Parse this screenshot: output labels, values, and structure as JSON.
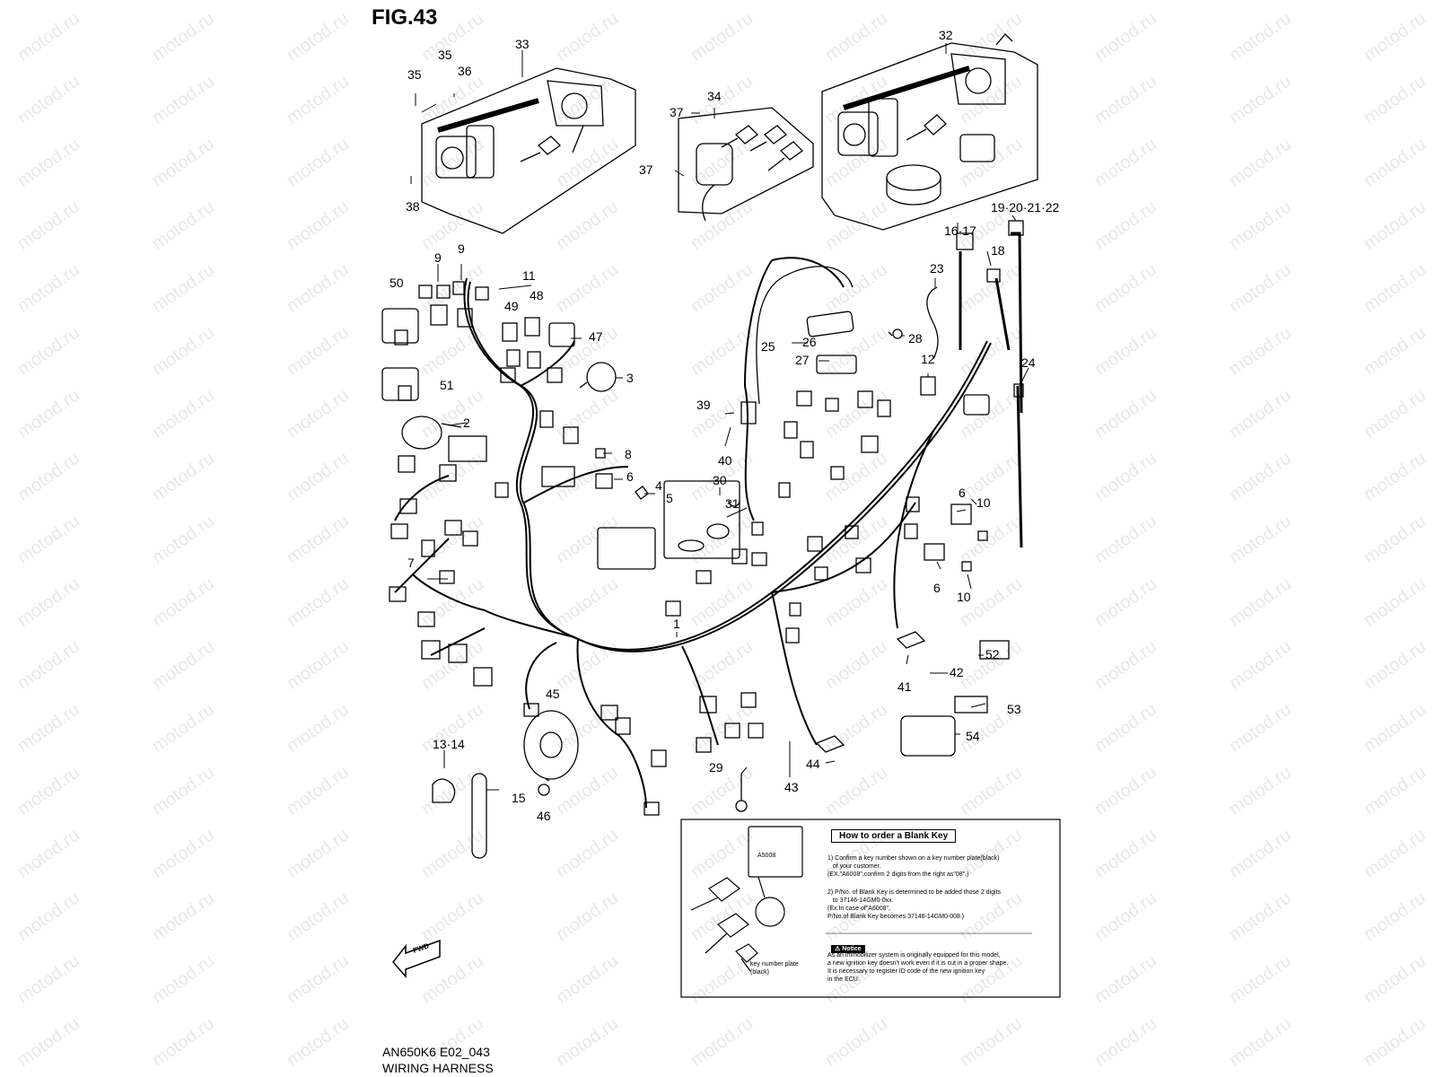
{
  "figure": {
    "title": "FIG.43",
    "model_code": "AN650K6 E02_043",
    "caption": "WIRING HARNESS",
    "watermark": "motod.ru",
    "fwd_label": "FWD"
  },
  "callouts": [
    {
      "id": "c1",
      "text": "1"
    },
    {
      "id": "c2",
      "text": "2"
    },
    {
      "id": "c3",
      "text": "3"
    },
    {
      "id": "c4",
      "text": "4"
    },
    {
      "id": "c5",
      "text": "5"
    },
    {
      "id": "c6a",
      "text": "6"
    },
    {
      "id": "c6b",
      "text": "6"
    },
    {
      "id": "c6c",
      "text": "6"
    },
    {
      "id": "c7",
      "text": "7"
    },
    {
      "id": "c8",
      "text": "8"
    },
    {
      "id": "c9a",
      "text": "9"
    },
    {
      "id": "c9b",
      "text": "9"
    },
    {
      "id": "c10a",
      "text": "10"
    },
    {
      "id": "c10b",
      "text": "10"
    },
    {
      "id": "c11",
      "text": "11"
    },
    {
      "id": "c12",
      "text": "12"
    },
    {
      "id": "c13",
      "text": "13·14"
    },
    {
      "id": "c15",
      "text": "15"
    },
    {
      "id": "c16",
      "text": "16·17"
    },
    {
      "id": "c18",
      "text": "18"
    },
    {
      "id": "c19",
      "text": "19·20·21·22"
    },
    {
      "id": "c23",
      "text": "23"
    },
    {
      "id": "c24",
      "text": "24"
    },
    {
      "id": "c25",
      "text": "25"
    },
    {
      "id": "c26",
      "text": "26"
    },
    {
      "id": "c27",
      "text": "27"
    },
    {
      "id": "c28",
      "text": "28"
    },
    {
      "id": "c29",
      "text": "29"
    },
    {
      "id": "c30",
      "text": "30"
    },
    {
      "id": "c31",
      "text": "31"
    },
    {
      "id": "c32",
      "text": "32"
    },
    {
      "id": "c33",
      "text": "33"
    },
    {
      "id": "c34",
      "text": "34"
    },
    {
      "id": "c35a",
      "text": "35"
    },
    {
      "id": "c35b",
      "text": "35"
    },
    {
      "id": "c36",
      "text": "36"
    },
    {
      "id": "c37a",
      "text": "37"
    },
    {
      "id": "c37b",
      "text": "37"
    },
    {
      "id": "c38",
      "text": "38"
    },
    {
      "id": "c39",
      "text": "39"
    },
    {
      "id": "c40",
      "text": "40"
    },
    {
      "id": "c41",
      "text": "41"
    },
    {
      "id": "c42",
      "text": "42"
    },
    {
      "id": "c43",
      "text": "43"
    },
    {
      "id": "c44",
      "text": "44"
    },
    {
      "id": "c45",
      "text": "45"
    },
    {
      "id": "c46",
      "text": "46"
    },
    {
      "id": "c47",
      "text": "47"
    },
    {
      "id": "c48",
      "text": "48"
    },
    {
      "id": "c49",
      "text": "49"
    },
    {
      "id": "c50",
      "text": "50"
    },
    {
      "id": "c51",
      "text": "51"
    },
    {
      "id": "c52",
      "text": "52"
    },
    {
      "id": "c53",
      "text": "53"
    },
    {
      "id": "c54",
      "text": "54"
    }
  ],
  "blank_key_box": {
    "title": "How to order a Blank Key",
    "plate_label": "A5008",
    "plate_caption": "key number plate\n(black)",
    "step1": "1) Confirm a key number shown on a key number plate(black)\n   of your customer.\n(EX.\"A6008\",confirm 2 digits from the right as\"08\".)",
    "step2": "2) P/No. of Blank Key is determined to be added those 2 digits\n   to 37146-14GM0-0xx.\n(Ex.In case of\"A6008\",\nP/No.of Blank Key becomes 37146-14GM0-008.)",
    "notice_label": "Notice",
    "notice_text": "As an immobilizer system is originally equipped for this model,\na new ignition key doesn't work even if it is cut in a proper shape.\nIt is necessary to register ID code of the new ignition key\nin the ECU."
  }
}
